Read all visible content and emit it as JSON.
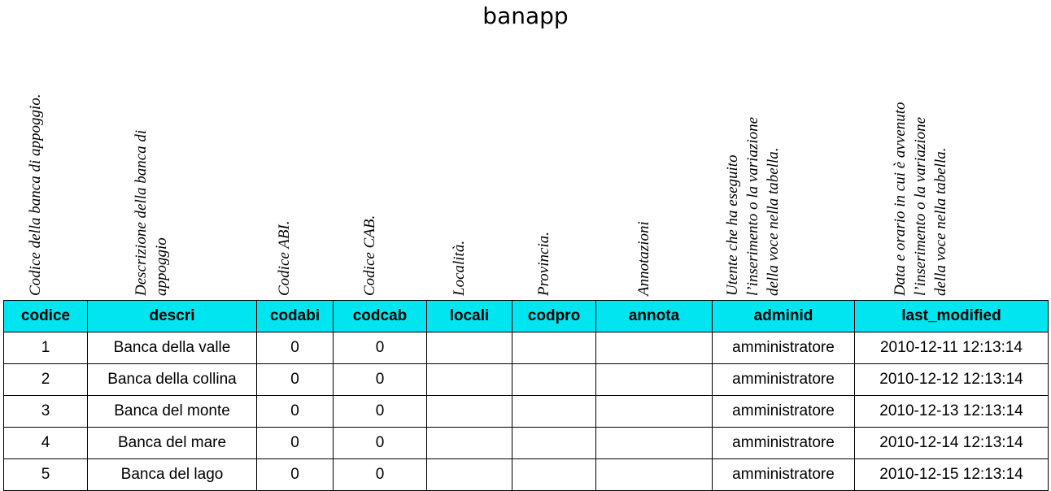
{
  "title": "banapp",
  "descriptions": [
    "Codice della banca di appoggio.",
    "Descrizione della banca di\nappoggio",
    "Codice ABI.",
    "Codice CAB.",
    "Località.",
    "Provincia.",
    "Annotazioni",
    "Utente che ha eseguito\nl’inserimento o la variazione\ndella voce nella tabella.",
    "Data e orario in cui è avvenuto\nl’inserimento o la variazione\ndella voce nella tabella."
  ],
  "columns": [
    "codice",
    "descri",
    "codabi",
    "codcab",
    "locali",
    "codpro",
    "annota",
    "adminid",
    "last_modified"
  ],
  "rows": [
    [
      "1",
      "Banca della valle",
      "0",
      "0",
      "",
      "",
      "",
      "amministratore",
      "2010-12-11 12:13:14"
    ],
    [
      "2",
      "Banca della collina",
      "0",
      "0",
      "",
      "",
      "",
      "amministratore",
      "2010-12-12 12:13:14"
    ],
    [
      "3",
      "Banca del monte",
      "0",
      "0",
      "",
      "",
      "",
      "amministratore",
      "2010-12-13 12:13:14"
    ],
    [
      "4",
      "Banca del mare",
      "0",
      "0",
      "",
      "",
      "",
      "amministratore",
      "2010-12-14 12:13:14"
    ],
    [
      "5",
      "Banca del  lago",
      "0",
      "0",
      "",
      "",
      "",
      "amministratore",
      "2010-12-15 12:13:14"
    ]
  ],
  "colors": {
    "header_bg": "#00e5f0",
    "border": "#000000"
  }
}
